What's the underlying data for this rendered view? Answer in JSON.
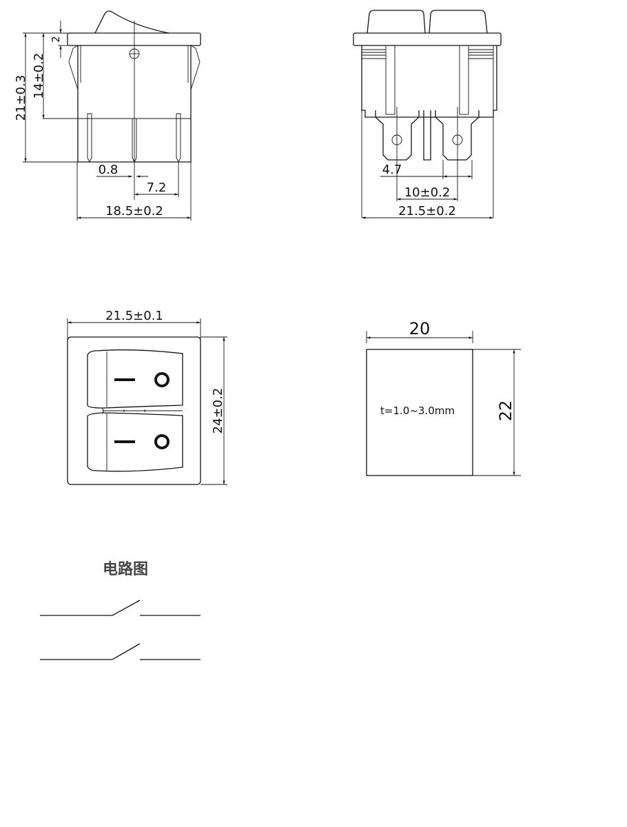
{
  "side_view": {
    "dim_height_total": "21±0.3",
    "dim_height_body": "14±0.2",
    "dim_flange": "2",
    "dim_pin_thickness": "0.8",
    "dim_pin_pitch": "7.2",
    "dim_width": "18.5±0.2"
  },
  "front_view": {
    "dim_tab_width": "4.7",
    "dim_tab_pitch": "10±0.2",
    "dim_width": "21.5±0.2"
  },
  "top_view": {
    "dim_width": "21.5±0.1",
    "dim_height": "24±0.2",
    "on_symbol": "I",
    "off_symbol": "O"
  },
  "panel_cutout": {
    "dim_width": "20",
    "dim_height": "22",
    "thickness_note": "t=1.0~3.0mm"
  },
  "circuit": {
    "title": "电路图"
  }
}
